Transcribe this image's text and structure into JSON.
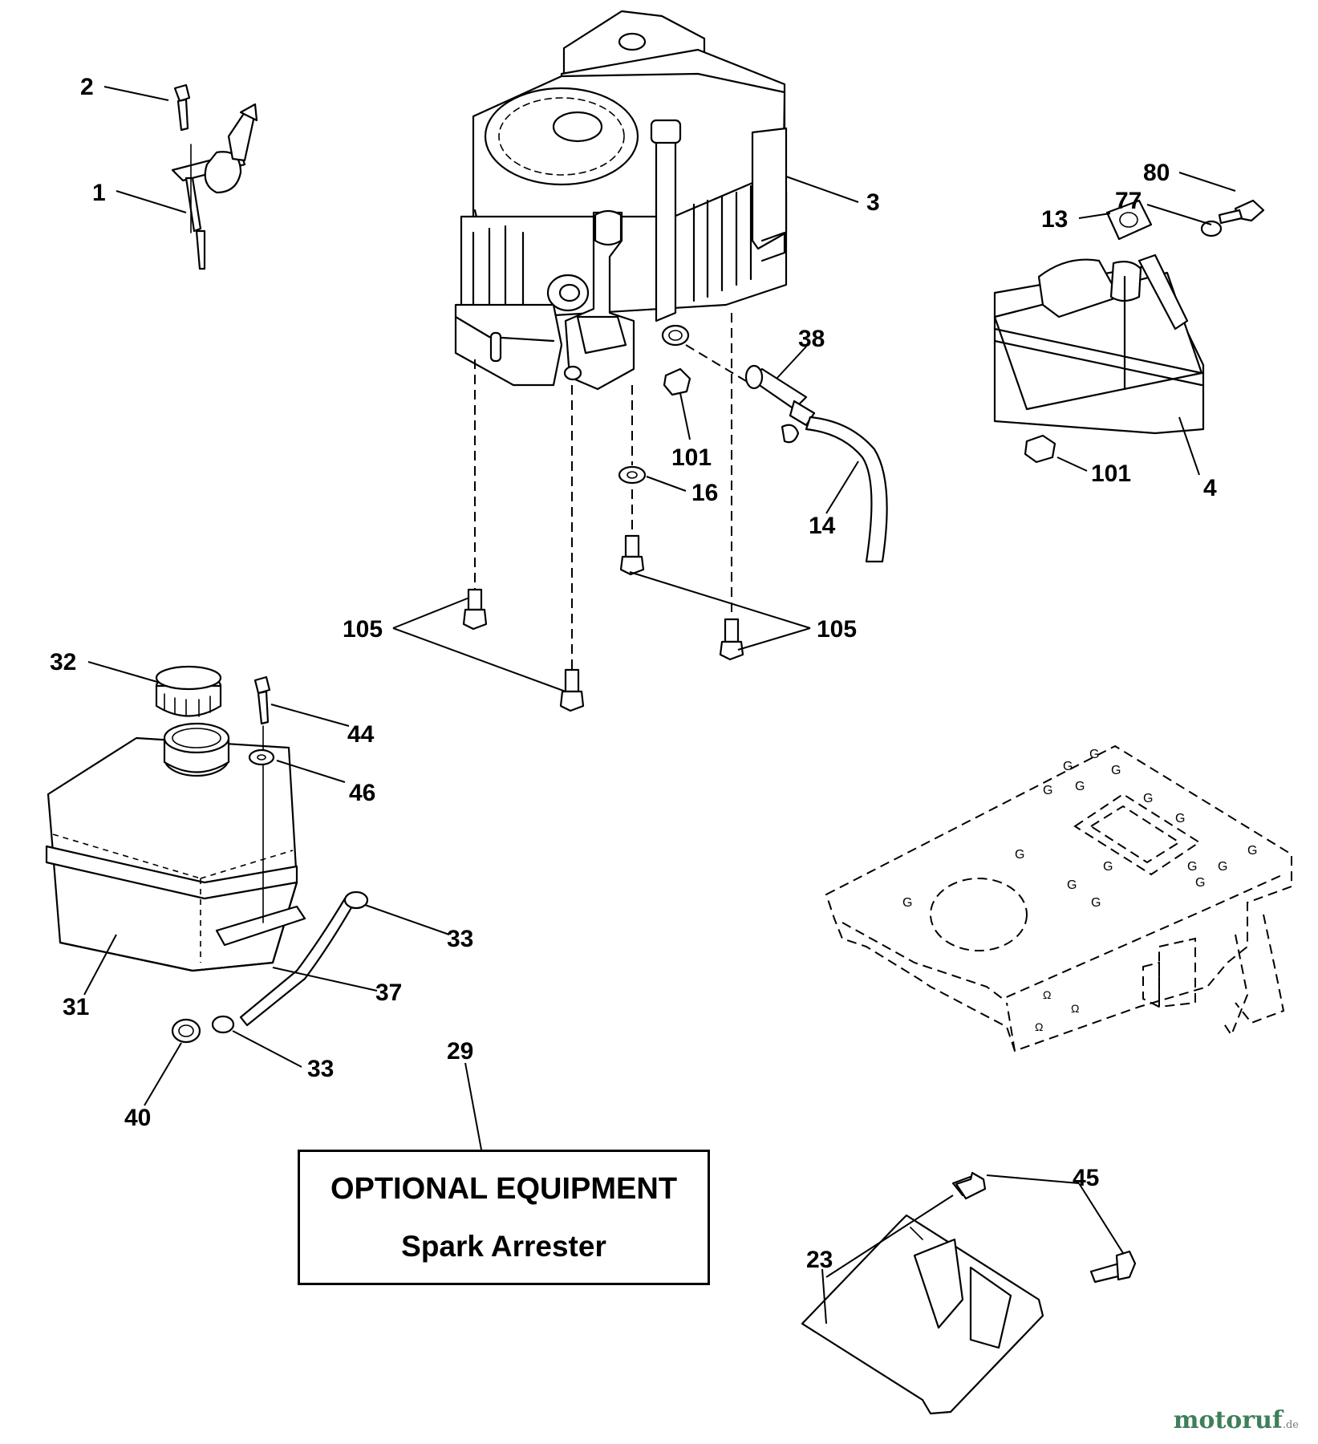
{
  "labels": {
    "p1": "1",
    "p2": "2",
    "p3": "3",
    "p4": "4",
    "p13": "13",
    "p14": "14",
    "p16": "16",
    "p23": "23",
    "p29": "29",
    "p31": "31",
    "p32": "32",
    "p33a": "33",
    "p33b": "33",
    "p37": "37",
    "p38": "38",
    "p40": "40",
    "p44": "44",
    "p45": "45",
    "p46": "46",
    "p77": "77",
    "p80": "80",
    "p101a": "101",
    "p101b": "101",
    "p105a": "105",
    "p105b": "105"
  },
  "optional": {
    "title": "OPTIONAL EQUIPMENT",
    "subtitle": "Spark Arrester"
  },
  "watermark": {
    "brand": "motoruf",
    "tld": ".de"
  }
}
